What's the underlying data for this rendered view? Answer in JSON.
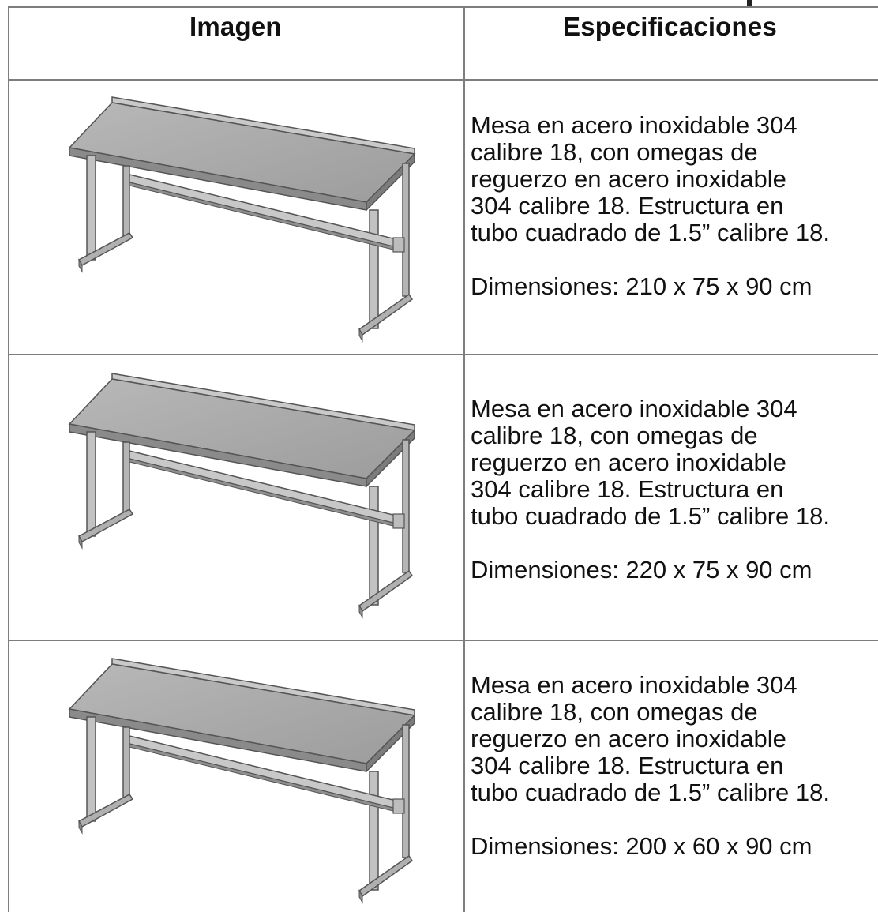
{
  "table": {
    "headers": {
      "image": "Imagen",
      "specs": "Especificaciones"
    },
    "rows": [
      {
        "image_icon": "stainless-steel-table-icon",
        "spec_lines": [
          "Mesa en acero inoxidable 304",
          "calibre 18, con omegas de",
          "reguerzo en acero inoxidable",
          "304 calibre 18.  Estructura en",
          "tubo cuadrado de 1.5” calibre 18."
        ],
        "dimensions": "Dimensiones: 210 x 75 x 90 cm"
      },
      {
        "image_icon": "stainless-steel-table-icon",
        "spec_lines": [
          "Mesa en acero inoxidable 304",
          "calibre 18, con omegas de",
          "reguerzo en acero inoxidable",
          "304 calibre 18.  Estructura en",
          "tubo cuadrado de 1.5” calibre 18."
        ],
        "dimensions": "Dimensiones: 220 x 75 x 90 cm"
      },
      {
        "image_icon": "stainless-steel-table-icon",
        "spec_lines": [
          "Mesa en acero inoxidable 304",
          "calibre 18, con omegas de",
          "reguerzo en acero inoxidable",
          "304 calibre 18.  Estructura en",
          "tubo cuadrado de 1.5” calibre 18."
        ],
        "dimensions": "Dimensiones: 200 x 60 x 90 cm"
      }
    ]
  },
  "colors": {
    "grid": "#7d7d7d",
    "text": "#111111",
    "steel_top": "#a9a9a9",
    "steel_edge": "#5f5f5f"
  }
}
